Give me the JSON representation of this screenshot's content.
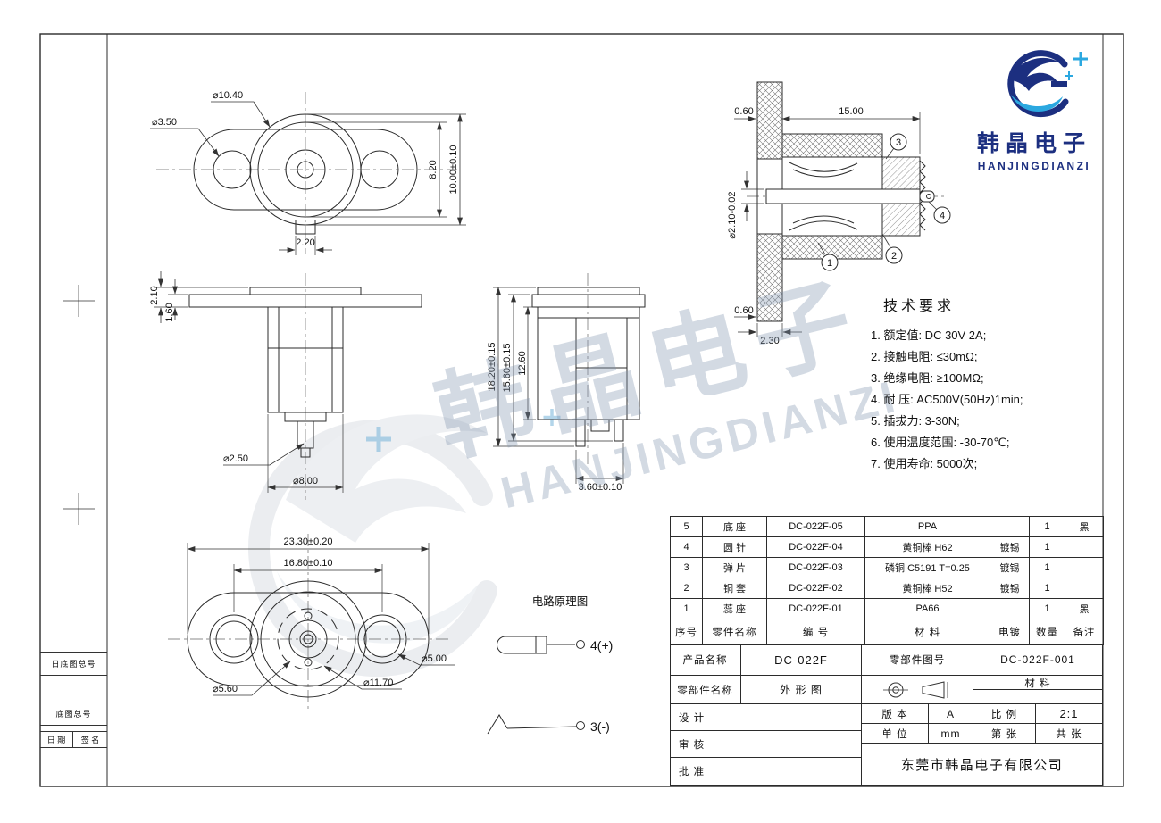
{
  "logo": {
    "cn": "韩晶电子",
    "en": "HANJINGDIANZI"
  },
  "watermark": {
    "cn": "韩晶电子",
    "en": "HANJINGDIANZI"
  },
  "tech": {
    "title": "技术要求",
    "items": [
      "1. 额定值: DC 30V 2A;",
      "2. 接触电阻: ≤30mΩ;",
      "3. 绝缘电阻: ≥100MΩ;",
      "4. 耐  压: AC500V(50Hz)1min;",
      "5. 插拔力: 3-30N;",
      "6. 使用温度范围: -30-70℃;",
      "7. 使用寿命: 5000次;"
    ]
  },
  "bom": {
    "headers": {
      "no": "序号",
      "name": "零件名称",
      "code": "编  号",
      "material": "材  料",
      "plating": "电镀",
      "qty": "数量",
      "note": "备注"
    },
    "rows": [
      {
        "no": "5",
        "name": "底  座",
        "code": "DC-022F-05",
        "material": "PPA",
        "plating": "",
        "qty": "1",
        "note": "黑"
      },
      {
        "no": "4",
        "name": "圆  针",
        "code": "DC-022F-04",
        "material": "黄铜棒 H62",
        "plating": "镀锡",
        "qty": "1",
        "note": ""
      },
      {
        "no": "3",
        "name": "弹  片",
        "code": "DC-022F-03",
        "material": "磷铜 C5191 T=0.25",
        "plating": "镀锡",
        "qty": "1",
        "note": ""
      },
      {
        "no": "2",
        "name": "铜  套",
        "code": "DC-022F-02",
        "material": "黄铜棒 H52",
        "plating": "镀锡",
        "qty": "1",
        "note": ""
      },
      {
        "no": "1",
        "name": "蕊  座",
        "code": "DC-022F-01",
        "material": "PA66",
        "plating": "",
        "qty": "1",
        "note": "黑"
      }
    ]
  },
  "titleblock": {
    "product_label": "产品名称",
    "product_value": "DC-022F",
    "drawing_no_label": "零部件图号",
    "drawing_no_value": "DC-022F-001",
    "part_label": "零部件名称",
    "part_value": "外 形 图",
    "material_label": "材  料",
    "design": "设 计",
    "check": "审 核",
    "approve": "批 准",
    "version_label": "版 本",
    "version_value": "A",
    "scale_label": "比 例",
    "scale_value": "2:1",
    "unit_label": "单 位",
    "unit_value": "mm",
    "sheet_no": "第  张",
    "sheet_total": "共  张",
    "company": "东莞市韩晶电子有限公司"
  },
  "margin": {
    "box1": "日底图总号",
    "box2": "底图总号",
    "date": "日 期",
    "sign": "签 名"
  },
  "circuit": {
    "title": "电路原理图",
    "pin_pos": "4(+)",
    "pin_neg": "3(-)"
  },
  "dims": {
    "front": {
      "hole_dia": "⌀3.50",
      "boss_dia": "⌀10.40",
      "inner_h": "8.20",
      "outer_h": "10.00±0.10",
      "slot_w": "2.20"
    },
    "side1": {
      "flange_t": "2.10",
      "plate_t": "1.60",
      "pin_dia": "⌀2.50",
      "body_dia": "⌀8.00"
    },
    "side2": {
      "total_h": "18.20±0.15",
      "mid_h": "15.60±0.15",
      "body_h": "12.60",
      "pin_w": "3.60±0.10"
    },
    "bottom": {
      "total_w": "23.30±0.20",
      "hole_pitch": "16.80±0.10",
      "d1": "⌀5.60",
      "d2": "⌀11.70",
      "d3": "⌀5.00"
    },
    "section": {
      "wall": "0.60",
      "length": "15.00",
      "pin_dia": "⌀2.10-0.02",
      "wall2": "0.60",
      "flange_t": "2.30",
      "b1": "1",
      "b2": "2",
      "b3": "3",
      "b4": "4"
    }
  }
}
